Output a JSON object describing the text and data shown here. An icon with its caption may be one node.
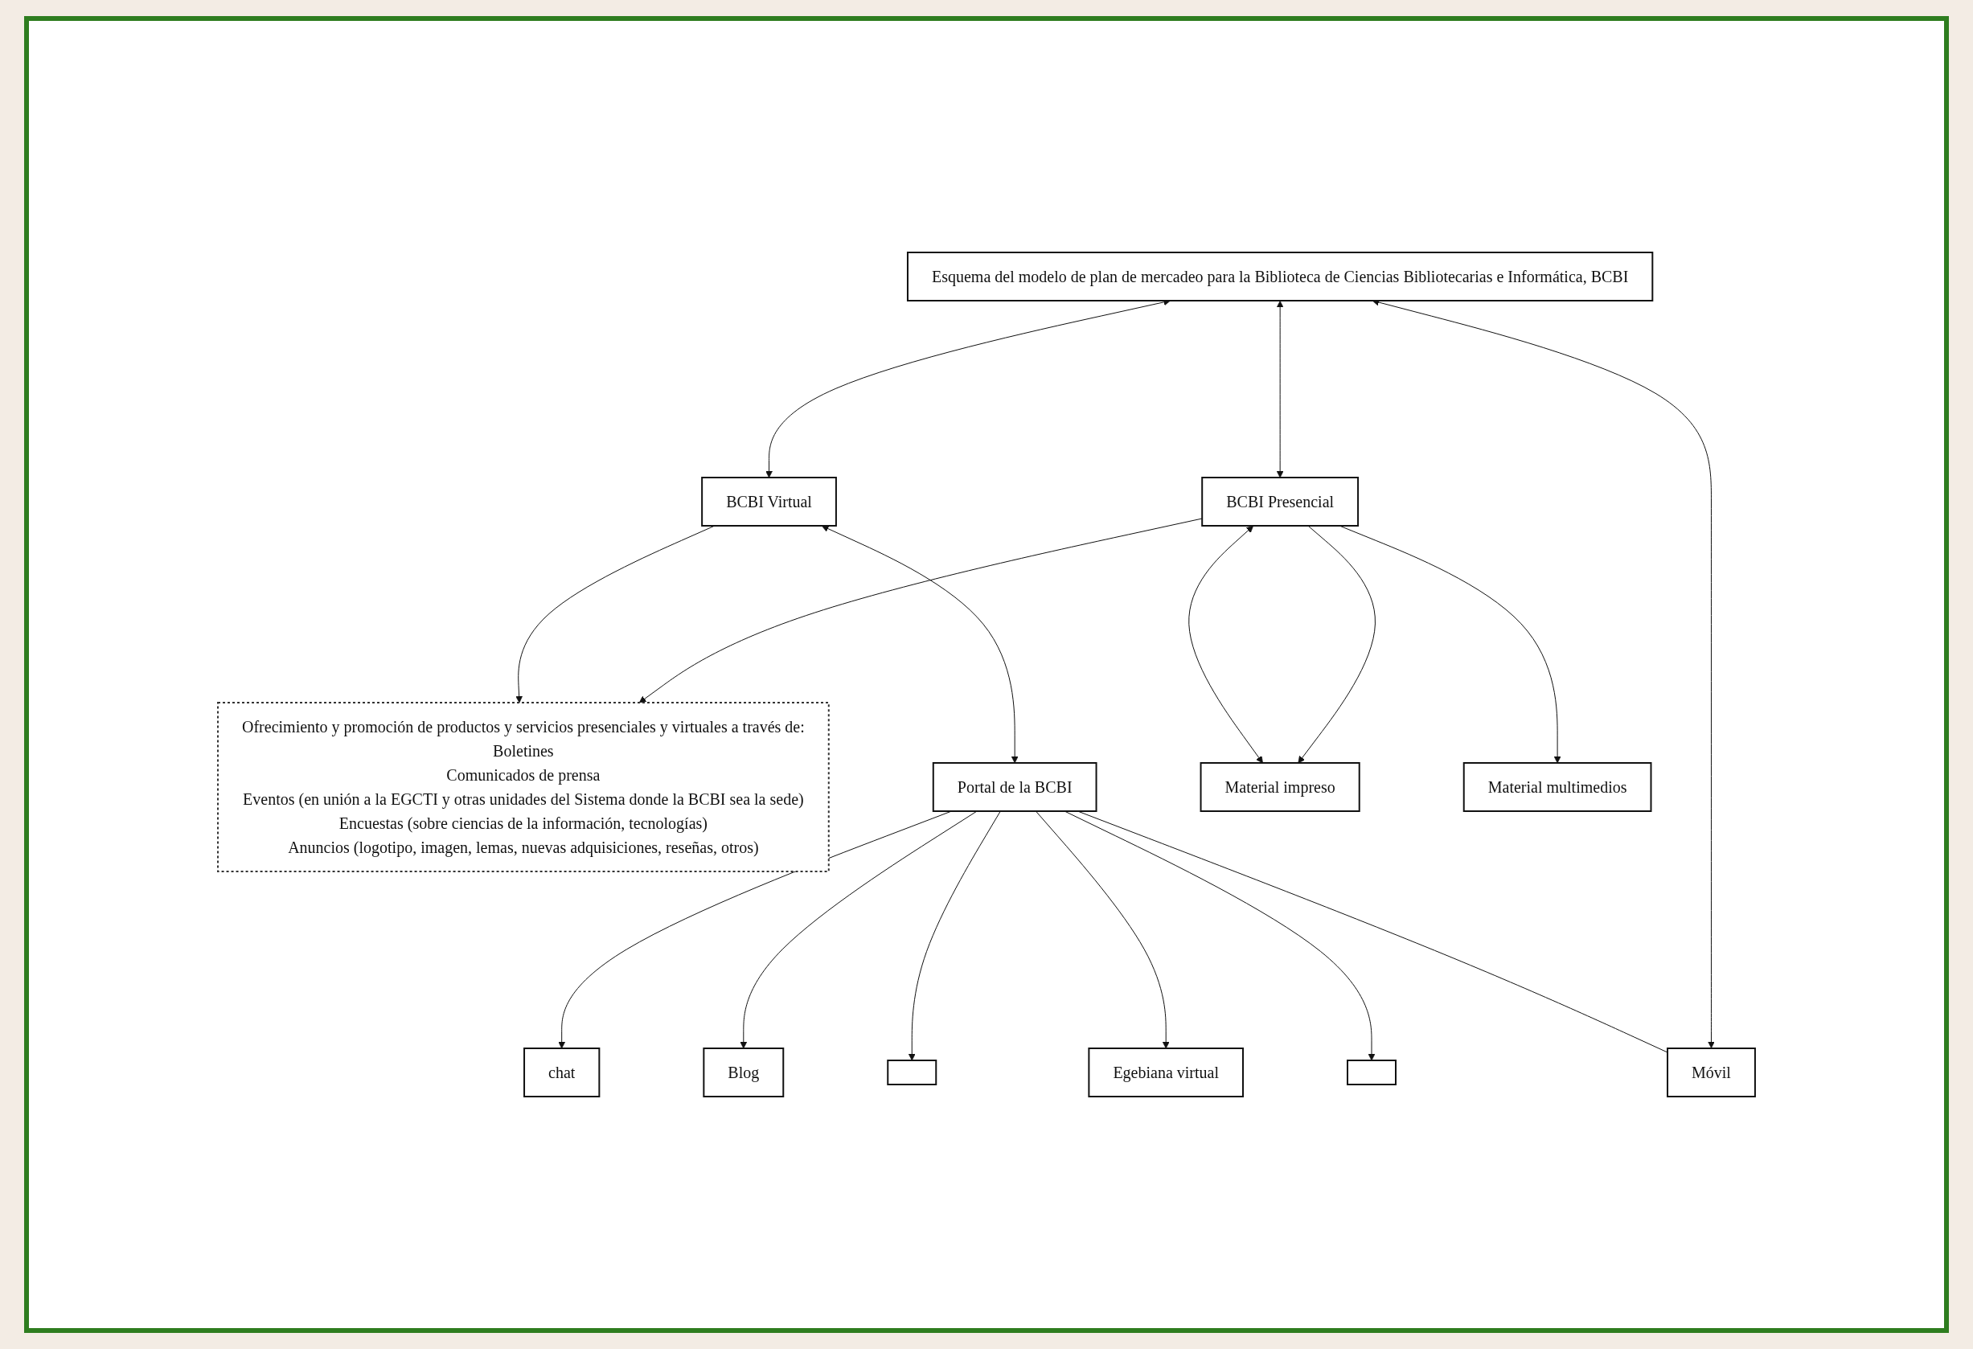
{
  "diagram": {
    "nodes": [
      {
        "text": [
          "Esquema del modelo de plan de mercadeo para la Biblioteca de Ciencias Bibliotecarias e Informática, BCBI"
        ]
      },
      {
        "text": [
          "BCBI Virtual"
        ]
      },
      {
        "text": [
          "Ofrecimiento y promoción de productos y servicios presenciales y virtuales a través de:",
          "Boletines",
          "Comunicados de prensa",
          "Eventos (en unión a la EGCTI y otras unidades del Sistema donde la BCBI sea la sede)",
          "Encuestas (sobre ciencias de la información, tecnologías)",
          "Anuncios (logotipo, imagen, lemas, nuevas adquisiciones, reseñas, otros)"
        ]
      },
      {
        "text": [
          "BCBI Presencial"
        ]
      },
      {
        "text": [
          "Portal de la BCBI"
        ]
      },
      {
        "text": [
          "chat"
        ]
      },
      {
        "text": [
          "Blog"
        ]
      },
      {
        "text": [],
        "shape": "box"
      },
      {
        "text": [
          "Egebiana virtual"
        ]
      },
      {
        "text": [],
        "shape": "box"
      },
      {
        "text": [
          "Material impreso"
        ]
      },
      {
        "text": [
          "Material multimedios"
        ]
      },
      {
        "text": [
          "Móvil"
        ]
      }
    ],
    "edges": [
      {
        "from": 0,
        "to": 1,
        "arrow": "both"
      },
      {
        "from": 0,
        "to": 3,
        "arrow": "both"
      },
      {
        "from": 12,
        "to": 0,
        "arrow": "both"
      },
      {
        "from": 1,
        "to": 2,
        "arrow": "to"
      },
      {
        "from": 3,
        "to": 2,
        "arrow": "to"
      },
      {
        "from": 1,
        "to": 4,
        "arrow": "both"
      },
      {
        "from": 4,
        "to": 5,
        "arrow": "to"
      },
      {
        "from": 4,
        "to": 6,
        "arrow": "to"
      },
      {
        "from": 4,
        "to": 7,
        "arrow": "to"
      },
      {
        "from": 4,
        "to": 8,
        "arrow": "to"
      },
      {
        "from": 4,
        "to": 9,
        "arrow": "to"
      },
      {
        "from": 4,
        "to": 12,
        "arrow": "none"
      },
      {
        "from": 3,
        "to": 10,
        "arrow": "both"
      },
      {
        "from": 3,
        "to": 10,
        "arrow": "to"
      },
      {
        "from": 3,
        "to": 11,
        "arrow": "to"
      }
    ]
  }
}
